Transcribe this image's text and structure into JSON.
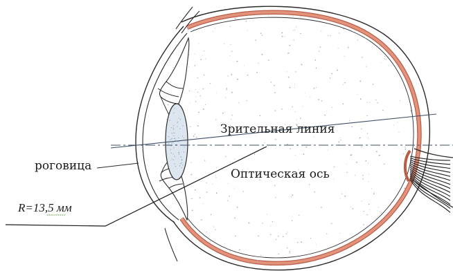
{
  "labels": {
    "visual_line": "Зрительная линия",
    "optical_axis": "Оптическая ось",
    "cornea": "роговица",
    "radius": "R=13,5 мм"
  },
  "colors": {
    "retina": "#d9826a",
    "retina_edge": "#b75e49",
    "outline": "#2a2a2a",
    "lens_fill": "#dde6ee",
    "dots": "#9aa6b8",
    "axis": "#3d4d66"
  }
}
